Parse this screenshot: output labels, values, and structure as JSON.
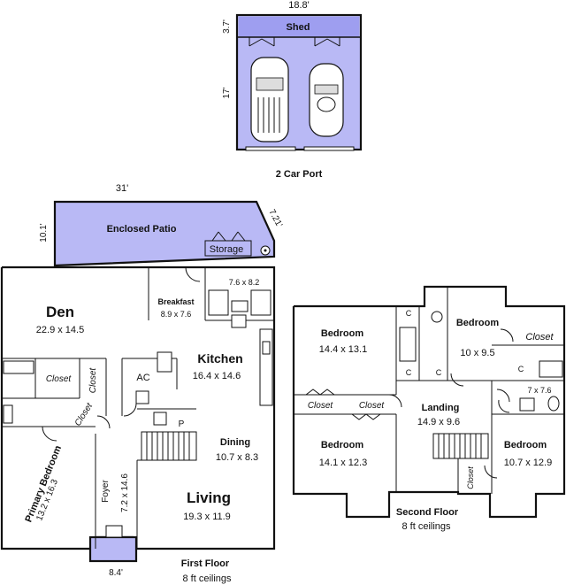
{
  "carport": {
    "width_dim": "18.8'",
    "shed_depth_dim": "3.7'",
    "depth_dim": "17'",
    "shed_label": "Shed",
    "caption": "2 Car Port"
  },
  "first_floor": {
    "patio_width_dim": "31'",
    "patio_depth_dim": "10.1'",
    "patio_angle_dim": "7.21'",
    "porch_dim": "8.4'",
    "caption": "First Floor",
    "ceiling": "8 ft ceilings",
    "rooms": {
      "enclosed_patio": "Enclosed Patio",
      "storage": "Storage",
      "den": "Den",
      "den_dim": "22.9 x 14.5",
      "breakfast": "Breakfast",
      "breakfast_dim": "8.9 x 7.6",
      "pantry_dim": "7.6 x 8.2",
      "kitchen": "Kitchen",
      "kitchen_dim": "16.4 x 14.6",
      "ac": "AC",
      "pantry": "P",
      "dining": "Dining",
      "dining_dim": "10.7 x 8.3",
      "living": "Living",
      "living_dim": "19.3 x 11.9",
      "foyer": "Foyer",
      "foyer_dim": "7.2 x 14.6",
      "primary_bedroom": "Primary Bedroom",
      "primary_bedroom_dim": "13.2 x 16.3",
      "closet_1": "Closet",
      "closet_2": "Closet",
      "closet_3": "Closet"
    }
  },
  "second_floor": {
    "caption": "Second Floor",
    "ceiling": "8 ft ceilings",
    "rooms": {
      "bedroom_1": "Bedroom",
      "bedroom_1_dim": "14.4 x 13.1",
      "bedroom_2": "Bedroom",
      "bedroom_2_dim": "10 x 9.5",
      "closet_right": "Closet",
      "bath_dim": "7 x 7.6",
      "closet_a": "Closet",
      "closet_b": "Closet",
      "landing": "Landing",
      "landing_dim": "14.9 x 9.6",
      "bedroom_3": "Bedroom",
      "bedroom_3_dim": "14.1 x 12.3",
      "bedroom_4": "Bedroom",
      "bedroom_4_dim": "10.7 x 12.9",
      "closet_bottom": "Closet",
      "c_label": "C"
    }
  }
}
